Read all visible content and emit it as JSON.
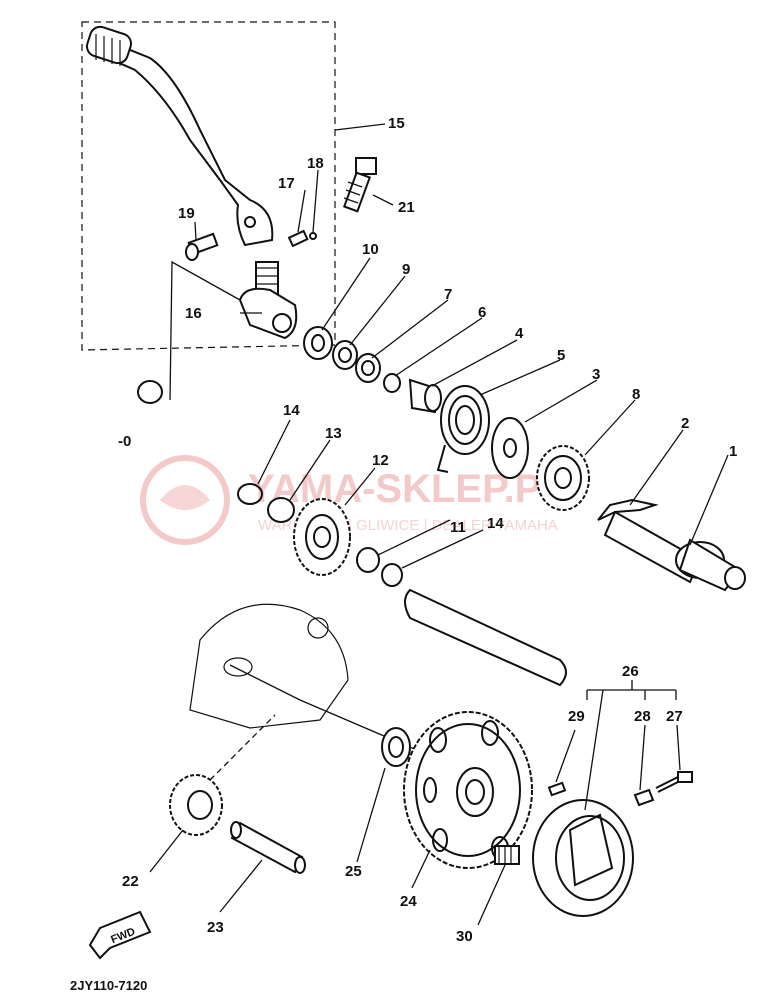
{
  "diagram": {
    "catalog_code": "2JY110-7120",
    "fwd_label": "FWD",
    "watermark": {
      "title": "YAMA-SKLEP.PL",
      "subtitle": "WARSZAWA | GLIWICE | DEALER YAMAHA"
    },
    "callouts": [
      {
        "id": "c1",
        "label": "1"
      },
      {
        "id": "c2",
        "label": "2"
      },
      {
        "id": "c3",
        "label": "3"
      },
      {
        "id": "c4",
        "label": "4"
      },
      {
        "id": "c5",
        "label": "5"
      },
      {
        "id": "c6",
        "label": "6"
      },
      {
        "id": "c7",
        "label": "7"
      },
      {
        "id": "c8",
        "label": "8"
      },
      {
        "id": "c9",
        "label": "9"
      },
      {
        "id": "c10",
        "label": "10"
      },
      {
        "id": "c11",
        "label": "11"
      },
      {
        "id": "c12",
        "label": "12"
      },
      {
        "id": "c13",
        "label": "13"
      },
      {
        "id": "c14a",
        "label": "14"
      },
      {
        "id": "c14b",
        "label": "14"
      },
      {
        "id": "c15",
        "label": "15"
      },
      {
        "id": "c16",
        "label": "16"
      },
      {
        "id": "c17",
        "label": "17"
      },
      {
        "id": "c18",
        "label": "18"
      },
      {
        "id": "c19",
        "label": "19"
      },
      {
        "id": "c20",
        "label": "-0"
      },
      {
        "id": "c21",
        "label": "21"
      },
      {
        "id": "c22",
        "label": "22"
      },
      {
        "id": "c23",
        "label": "23"
      },
      {
        "id": "c24",
        "label": "24"
      },
      {
        "id": "c25",
        "label": "25"
      },
      {
        "id": "c26",
        "label": "26"
      },
      {
        "id": "c27",
        "label": "27"
      },
      {
        "id": "c28",
        "label": "28"
      },
      {
        "id": "c29",
        "label": "29"
      },
      {
        "id": "c30",
        "label": "30"
      }
    ]
  }
}
